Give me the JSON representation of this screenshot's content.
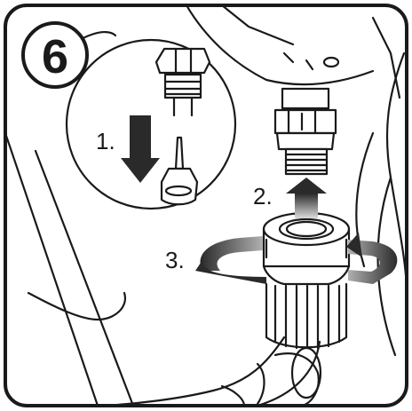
{
  "step": {
    "number": "6"
  },
  "labels": {
    "step1": "1.",
    "step2": "2.",
    "step3": "3."
  },
  "colors": {
    "line": "#1a1a1a",
    "arrow_dark": "#2a2a2a",
    "arrow_light": "#a9a9a9",
    "background": "#ffffff"
  },
  "icons": {
    "down_arrow": "arrow-down-icon",
    "up_arrow": "arrow-up-icon",
    "rotate_arrow": "rotate-arrow-icon"
  }
}
